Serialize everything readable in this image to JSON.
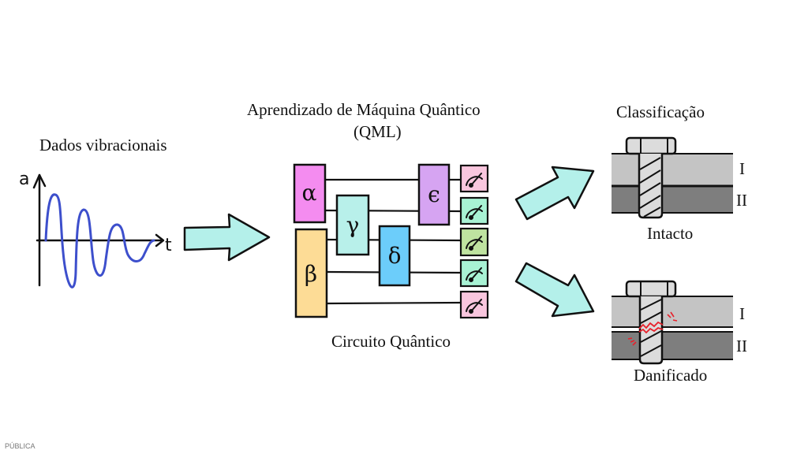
{
  "signal": {
    "title": "Dados vibracionais",
    "y_axis_label": "a",
    "x_axis_label": "t"
  },
  "qml": {
    "title_line1": "Aprendizado de Máquina Quântico",
    "title_line2": "(QML)",
    "circuit_label": "Circuito Quântico",
    "gates": [
      {
        "symbol": "α",
        "color": "#f48cf0"
      },
      {
        "symbol": "β",
        "color": "#fddc96"
      },
      {
        "symbol": "γ",
        "color": "#b8f0ea"
      },
      {
        "symbol": "δ",
        "color": "#6ccdfa"
      },
      {
        "symbol": "ϵ",
        "color": "#d6a4f2"
      }
    ],
    "measurements": [
      {
        "color": "#f9c6de"
      },
      {
        "color": "#a8f2d4"
      },
      {
        "color": "#bfe3a0"
      },
      {
        "color": "#a8f2d4"
      },
      {
        "color": "#f9c6de"
      }
    ]
  },
  "classification": {
    "title": "Classificação",
    "intact_label": "Intacto",
    "damaged_label": "Danificado",
    "layer_labels": [
      "I",
      "II"
    ],
    "colors": {
      "arrow": "#b4f0ea",
      "layer1": "#c4c4c4",
      "layer2": "#7e7e7e",
      "bolt": "#dcdcdc",
      "crack": "#e8202a"
    }
  },
  "footer": {
    "classification_tag": "PÚBLICA"
  }
}
